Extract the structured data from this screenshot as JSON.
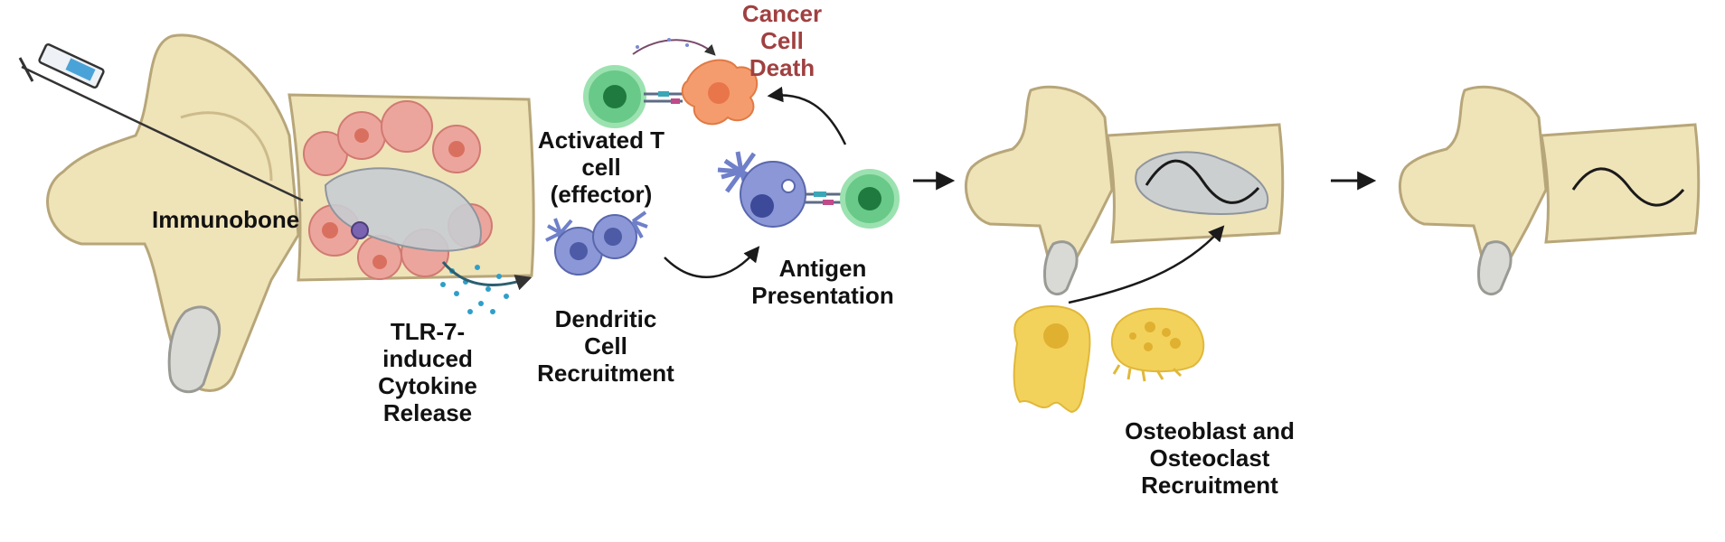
{
  "labels": {
    "immunobone": "Immunobone",
    "tlr": [
      "TLR-7-",
      "induced",
      "Cytokine",
      "Release"
    ],
    "dendritic": [
      "Dendritic",
      "Cell",
      "Recruitment"
    ],
    "activated_t": [
      "Activated T",
      "cell",
      "(effector)"
    ],
    "cancer_death": [
      "Cancer",
      "Cell",
      "Death"
    ],
    "antigen": [
      "Antigen",
      "Presentation"
    ],
    "osteo": [
      "Osteoblast and",
      "Osteoclast",
      "Recruitment"
    ]
  },
  "colors": {
    "bone": "#efe3b8",
    "bone_outline": "#b7a679",
    "tumor": "#e89a92",
    "implant": "#c8ccd2",
    "t_cell": "#4fbf73",
    "dendritic": "#6f7fc9",
    "cancer_cell": "#f59c6e",
    "osteo_cell": "#f3d25b",
    "label_red": "#a04040",
    "arrow": "#1a1a1a"
  },
  "icons": [
    "syringe-icon",
    "arrow-right-icon"
  ]
}
